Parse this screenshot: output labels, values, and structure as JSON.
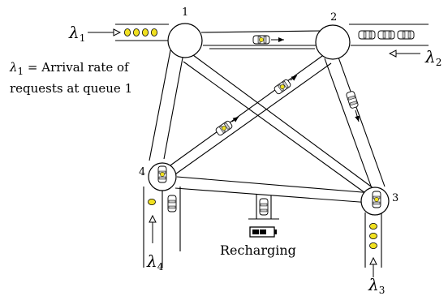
{
  "diagram": {
    "nodes": [
      {
        "id": "1",
        "label": "1"
      },
      {
        "id": "2",
        "label": "2"
      },
      {
        "id": "3",
        "label": "3"
      },
      {
        "id": "4",
        "label": "4"
      }
    ],
    "arrival_labels": [
      {
        "greek": "λ",
        "subscript": "1"
      },
      {
        "greek": "λ",
        "subscript": "2"
      },
      {
        "greek": "λ",
        "subscript": "3"
      },
      {
        "greek": "λ",
        "subscript": "4"
      }
    ],
    "note": {
      "line1_prefix": "λ",
      "line1_sub": "1",
      "line1_rest": " = Arrival rate of",
      "line2": "requests at queue 1"
    },
    "recharging_label": "Recharging",
    "colors": {
      "request": "#f0e020",
      "vehicle_body": "#ffffff",
      "vehicle_window": "#c8c8c8",
      "road": "#000000"
    }
  }
}
